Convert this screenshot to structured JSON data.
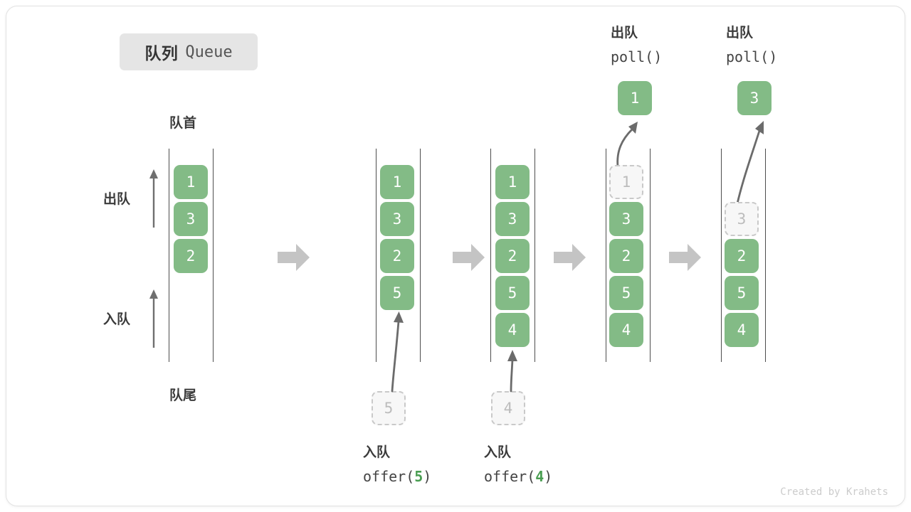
{
  "title": {
    "cn": "队列",
    "en": "Queue"
  },
  "labels": {
    "front": "队首",
    "rear": "队尾",
    "dequeue": "出队",
    "enqueue": "入队"
  },
  "credit": "Created by Krahets",
  "colors": {
    "element": "#83bb86",
    "ghost_fill": "#f7f7f7",
    "ghost_border": "#c9c9c9",
    "ghost_text": "#bcbcbc",
    "rail": "#4d4d4d",
    "arrow": "#6b6b6b",
    "block_arrow": "#c4c4c4",
    "badge_bg": "#e5e5e5",
    "text_dark": "#3b3b3b",
    "accent_number": "#4a9e52"
  },
  "columns": [
    {
      "id": "initial",
      "items": [
        "1",
        "3",
        "2"
      ],
      "ghost": null,
      "op_cn": "",
      "op_code": "",
      "op_arg": ""
    },
    {
      "id": "offer-5",
      "items": [
        "1",
        "3",
        "2",
        "5"
      ],
      "ghost": {
        "value": "5",
        "position": "below"
      },
      "op_cn": "入队",
      "op_code_prefix": "offer(",
      "op_arg": "5",
      "op_code_suffix": ")"
    },
    {
      "id": "offer-4",
      "items": [
        "1",
        "3",
        "2",
        "5",
        "4"
      ],
      "ghost": {
        "value": "4",
        "position": "below"
      },
      "op_cn": "入队",
      "op_code_prefix": "offer(",
      "op_arg": "4",
      "op_code_suffix": ")"
    },
    {
      "id": "poll-1",
      "items": [
        "3",
        "2",
        "5",
        "4"
      ],
      "ghost": {
        "value": "1",
        "position": "top"
      },
      "popped": "1",
      "op_cn": "出队",
      "op_code": "poll()"
    },
    {
      "id": "poll-3",
      "items": [
        "2",
        "5",
        "4"
      ],
      "ghost": {
        "value": "3",
        "position": "top"
      },
      "popped": "3",
      "op_cn": "出队",
      "op_code": "poll()"
    }
  ],
  "transitions": [
    "arrow",
    "arrow",
    "arrow",
    "arrow"
  ]
}
